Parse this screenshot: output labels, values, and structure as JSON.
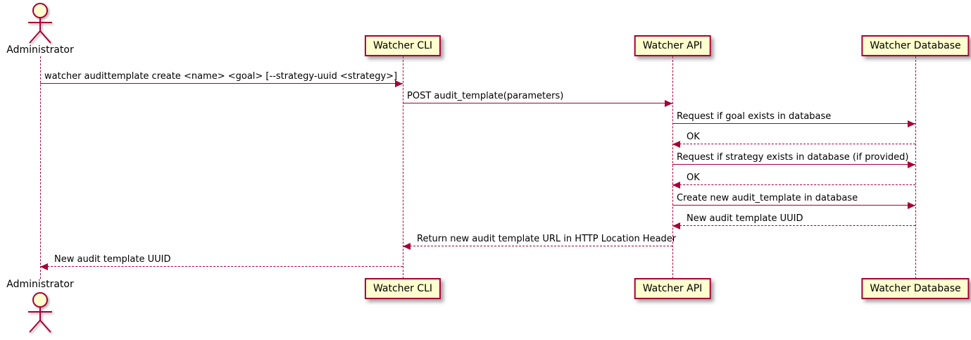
{
  "diagram": {
    "type": "sequence",
    "colors": {
      "accent": "#A80036",
      "participant_fill": "#FEFECE",
      "text": "#000000",
      "background": "#FFFFFF"
    },
    "participants": [
      {
        "id": "administrator",
        "name": "Administrator",
        "kind": "actor"
      },
      {
        "id": "watcher-cli",
        "name": "Watcher CLI",
        "kind": "participant"
      },
      {
        "id": "watcher-api",
        "name": "Watcher API",
        "kind": "participant"
      },
      {
        "id": "watcher-db",
        "name": "Watcher Database",
        "kind": "participant"
      }
    ],
    "messages": [
      {
        "from": "administrator",
        "to": "watcher-cli",
        "style": "solid",
        "text": "watcher audittemplate create <name> <goal> [--strategy-uuid <strategy>]"
      },
      {
        "from": "watcher-cli",
        "to": "watcher-api",
        "style": "solid",
        "text": "POST audit_template(parameters)"
      },
      {
        "from": "watcher-api",
        "to": "watcher-db",
        "style": "solid",
        "text": "Request if goal exists in database"
      },
      {
        "from": "watcher-db",
        "to": "watcher-api",
        "style": "dashed",
        "text": "OK"
      },
      {
        "from": "watcher-api",
        "to": "watcher-db",
        "style": "solid",
        "text": "Request if strategy exists in database (if provided)"
      },
      {
        "from": "watcher-db",
        "to": "watcher-api",
        "style": "dashed",
        "text": "OK"
      },
      {
        "from": "watcher-api",
        "to": "watcher-db",
        "style": "solid",
        "text": "Create new audit_template in database"
      },
      {
        "from": "watcher-db",
        "to": "watcher-api",
        "style": "dashed",
        "text": "New audit template UUID"
      },
      {
        "from": "watcher-api",
        "to": "watcher-cli",
        "style": "dashed",
        "text": "Return new audit template URL in HTTP Location Header"
      },
      {
        "from": "watcher-cli",
        "to": "administrator",
        "style": "dashed",
        "text": "New audit template UUID"
      }
    ]
  }
}
